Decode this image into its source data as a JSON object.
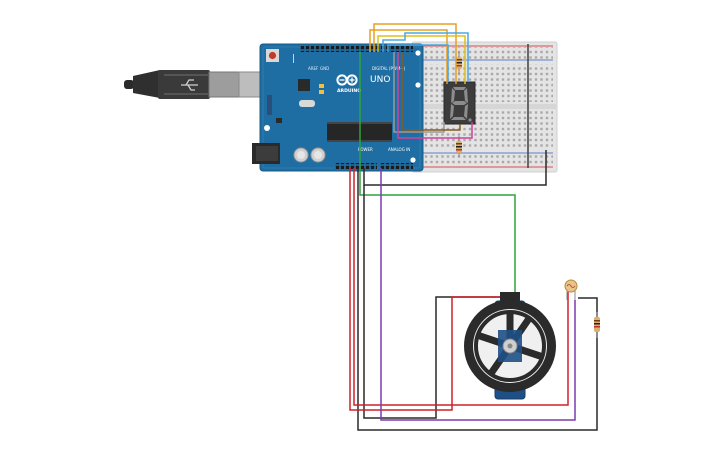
{
  "board": {
    "brand": "ARDUINO",
    "model": "UNO",
    "power_label": "POWER",
    "analog_label": "ANALOG IN",
    "digital_label": "DIGITAL (PWM~)",
    "aref_label": "AREF",
    "gnd_label": "GND"
  },
  "display": {
    "digit": "8"
  },
  "colors": {
    "board": "#1f6ea3",
    "breadboard": "#e4e4e4",
    "display": "#3c3c3c",
    "segment": "#8c8c8c",
    "servo": "#1e4f86",
    "wheel": "#2b2b2b",
    "wire_red": "#d0202a",
    "wire_black": "#2a2a2a",
    "wire_green": "#2ea43a",
    "wire_purple": "#7a3cb0",
    "wire_orange": "#e8a020",
    "wire_yellow": "#e0c020",
    "wire_blue": "#4aa8e0",
    "wire_pink": "#d040a0"
  },
  "components": [
    "usb-cable",
    "arduino-uno",
    "breadboard",
    "seven-segment-display",
    "resistor",
    "photoresistor",
    "servo-motor",
    "wheel"
  ]
}
